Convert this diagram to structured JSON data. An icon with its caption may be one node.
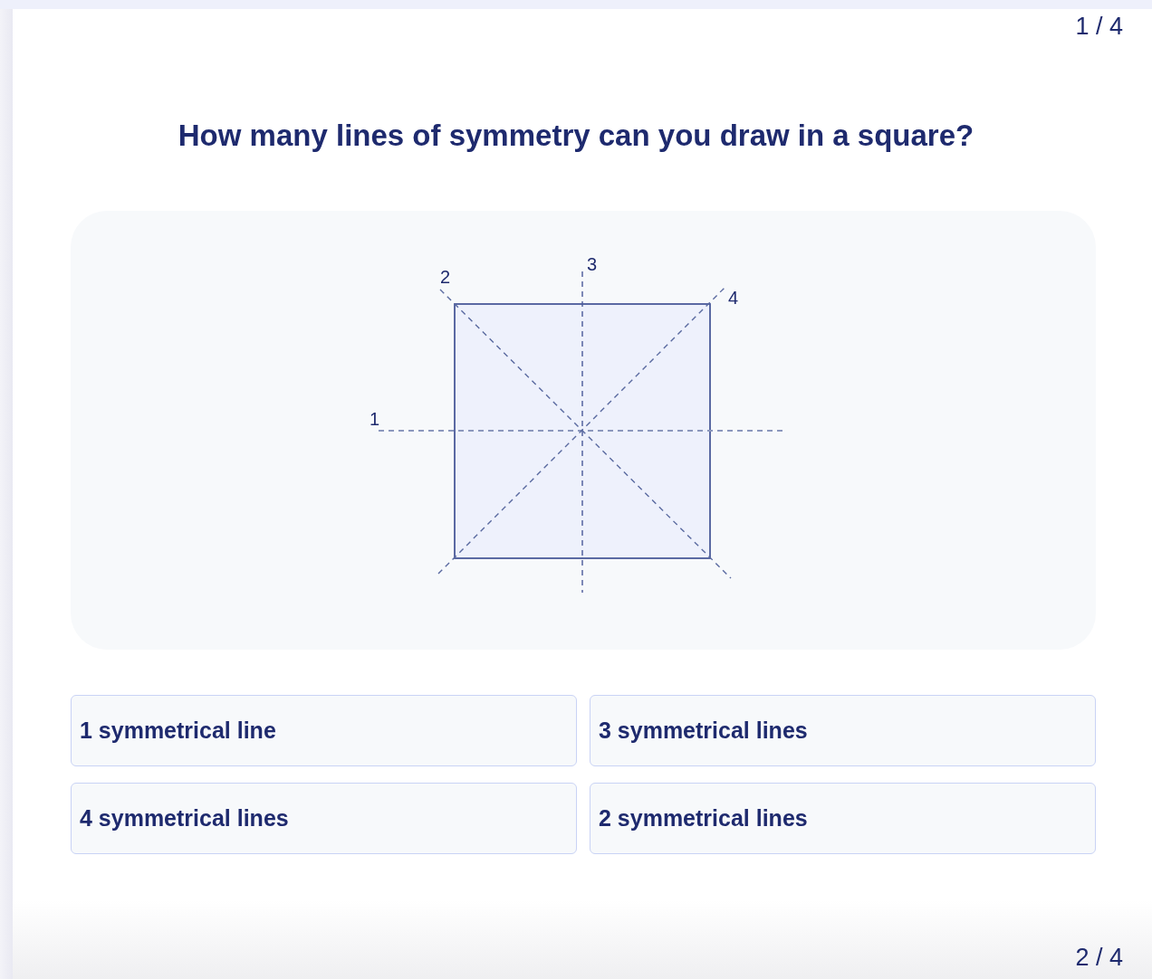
{
  "diagram": {
    "title": "How many lines of symmetry can you draw in a square?",
    "nodes": [
      {
        "text": [
          "1 symmetrical line"
        ]
      },
      {
        "text": [
          "3 symmetrical lines"
        ]
      },
      {
        "text": [
          "4 symmetrical lines"
        ]
      },
      {
        "text": [
          "2 symmetrical lines"
        ]
      }
    ],
    "labels": [
      "1 / 4",
      "3",
      "2",
      "4",
      "1",
      "2 / 4"
    ]
  }
}
